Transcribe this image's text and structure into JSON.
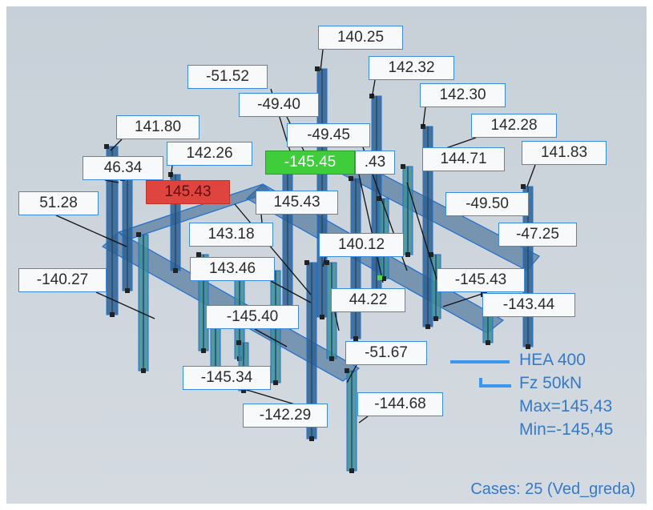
{
  "labels": [
    {
      "text": "140.25"
    },
    {
      "text": "-51.52"
    },
    {
      "text": "142.32"
    },
    {
      "text": "-49.40"
    },
    {
      "text": "142.30"
    },
    {
      "text": "141.80"
    },
    {
      "text": "-49.45"
    },
    {
      "text": "142.28"
    },
    {
      "text": "142.26"
    },
    {
      "text": "-145.45",
      "kind": "min"
    },
    {
      "text": "46.34"
    },
    {
      "text": ".43"
    },
    {
      "text": "144.71"
    },
    {
      "text": "141.83"
    },
    {
      "text": "145.43",
      "kind": "max"
    },
    {
      "text": "145.43"
    },
    {
      "text": "51.28"
    },
    {
      "text": "-49.50"
    },
    {
      "text": "143.18"
    },
    {
      "text": "-47.25"
    },
    {
      "text": "140.12"
    },
    {
      "text": "143.46"
    },
    {
      "text": "-140.27"
    },
    {
      "text": "-145.43"
    },
    {
      "text": "44.22"
    },
    {
      "text": "-143.44"
    },
    {
      "text": "-145.40"
    },
    {
      "text": "-51.67"
    },
    {
      "text": "-145.34"
    },
    {
      "text": "-144.68"
    },
    {
      "text": "-142.29"
    }
  ],
  "legend": {
    "section": "HEA 400",
    "force": "Fz  50kN",
    "max": "Max=145,43",
    "min": "Min=-145,45"
  },
  "cases": "Cases: 25 (Ved_greda)",
  "colors": {
    "label_border": "#3a8ce0",
    "max_fill": "#e0443f",
    "min_fill": "#3fcd3c",
    "diagram_dark": "#2f5f8d",
    "diagram_teal": "#3f8e95",
    "accent_text": "#3579c9"
  }
}
